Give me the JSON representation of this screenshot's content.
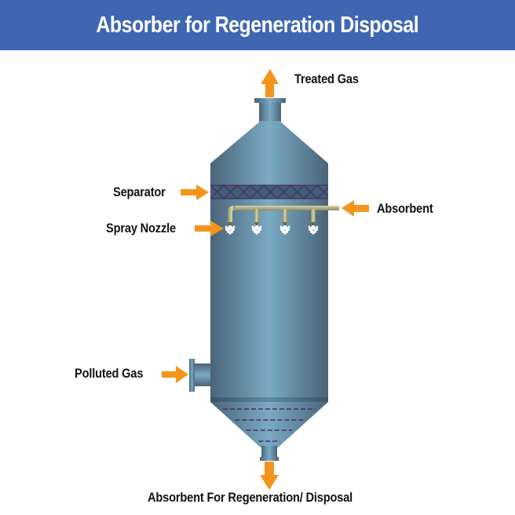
{
  "header": {
    "title": "Absorber for Regeneration Disposal"
  },
  "colors": {
    "header_bg": "#3f67b1",
    "arrow": "#f4941c",
    "vessel_edge": "#4a6478",
    "vessel_center": "#7aaac4",
    "separator_mesh": "#4b2d6e",
    "pipe": "#b8b489",
    "spray": "#ffffff"
  },
  "labels": {
    "treated_gas": "Treated Gas",
    "separator": "Separator",
    "absorbent": "Absorbent",
    "spray_nozzle": "Spray Nozzle",
    "polluted_gas": "Polluted Gas",
    "outlet": "Absorbent  For Regeneration/ Disposal"
  },
  "components": {
    "nozzle_count": 4,
    "bottom_cone_dashed_lines": 4
  }
}
